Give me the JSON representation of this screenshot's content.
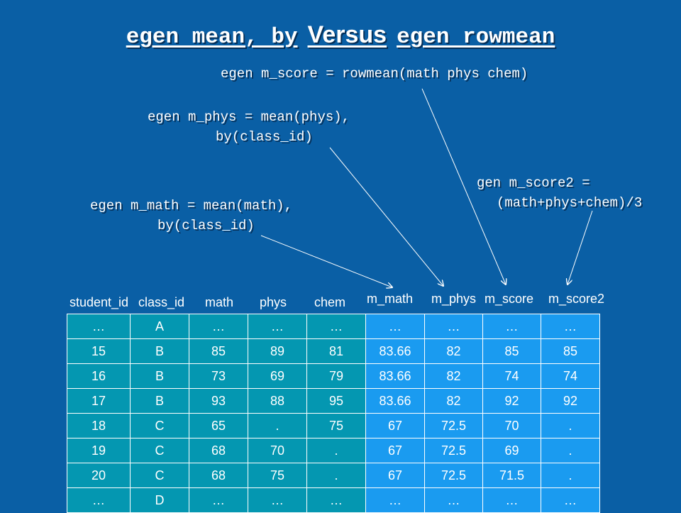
{
  "title": {
    "left": "egen mean, by",
    "middle": "Versus",
    "right": "egen rowmean"
  },
  "code": {
    "rowmean": "egen m_score = rowmean(math phys chem)",
    "phys_line1": "egen m_phys = mean(phys),",
    "phys_line2": "by(class_id)",
    "math_line1": "egen m_math = mean(math),",
    "math_line2": "by(class_id)",
    "gen_line1": "gen m_score2 =",
    "gen_line2": "(math+phys+chem)/3"
  },
  "table": {
    "headers": [
      "student_id",
      "class_id",
      "math",
      "phys",
      "chem",
      "m_math",
      "m_phys",
      "m_score",
      "m_score2"
    ],
    "rows": [
      [
        "…",
        "A",
        "…",
        "…",
        "…",
        "…",
        "…",
        "…",
        "…"
      ],
      [
        "15",
        "B",
        "85",
        "89",
        "81",
        "83.66",
        "82",
        "85",
        "85"
      ],
      [
        "16",
        "B",
        "73",
        "69",
        "79",
        "83.66",
        "82",
        "74",
        "74"
      ],
      [
        "17",
        "B",
        "93",
        "88",
        "95",
        "83.66",
        "82",
        "92",
        "92"
      ],
      [
        "18",
        "C",
        "65",
        ".",
        "75",
        "67",
        "72.5",
        "70",
        "."
      ],
      [
        "19",
        "C",
        "68",
        "70",
        ".",
        "67",
        "72.5",
        "69",
        "."
      ],
      [
        "20",
        "C",
        "68",
        "75",
        ".",
        "67",
        "72.5",
        "71.5",
        "."
      ],
      [
        "…",
        "D",
        "…",
        "…",
        "…",
        "…",
        "…",
        "…",
        "…"
      ]
    ]
  },
  "colors": {
    "background": "#0a5fa5",
    "base_cells": "#0497b1",
    "derived_cells": "#1a9bf0",
    "grid": "#ffffff"
  }
}
